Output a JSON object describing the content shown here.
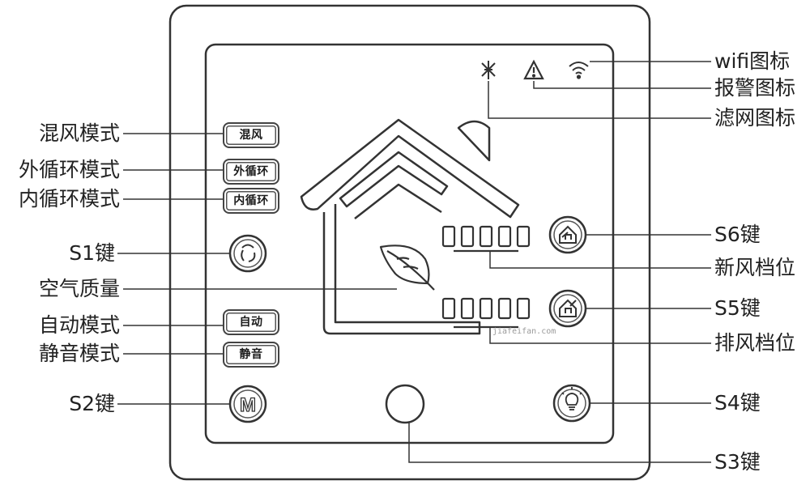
{
  "panel_buttons": {
    "mix_wind": "混风",
    "outer_cycle": "外循环",
    "inner_cycle": "内循环",
    "auto": "自动",
    "silent": "静音",
    "m_key": "M"
  },
  "labels": {
    "left": {
      "mix_mode": "混风模式",
      "outer_cycle_mode": "外循环模式",
      "inner_cycle_mode": "内循环模式",
      "s1": "S1键",
      "air_quality": "空气质量",
      "auto_mode": "自动模式",
      "silent_mode": "静音模式",
      "s2": "S2键"
    },
    "right": {
      "wifi_icon": "wifi图标",
      "alarm_icon": "报警图标",
      "filter_icon": "滤网图标",
      "s6": "S6键",
      "fresh_air_level": "新风档位",
      "s5": "S5键",
      "exhaust_level": "排风档位",
      "s4": "S4键",
      "s3": "S3键"
    }
  },
  "watermark": "jiafeifan.com",
  "icons": [
    "wifi-icon",
    "alarm-icon",
    "filter-icon",
    "house-icon",
    "leaf-icon",
    "recycle-icon",
    "fresh-air-icon",
    "exhaust-icon",
    "bulb-icon",
    "power-icon"
  ]
}
